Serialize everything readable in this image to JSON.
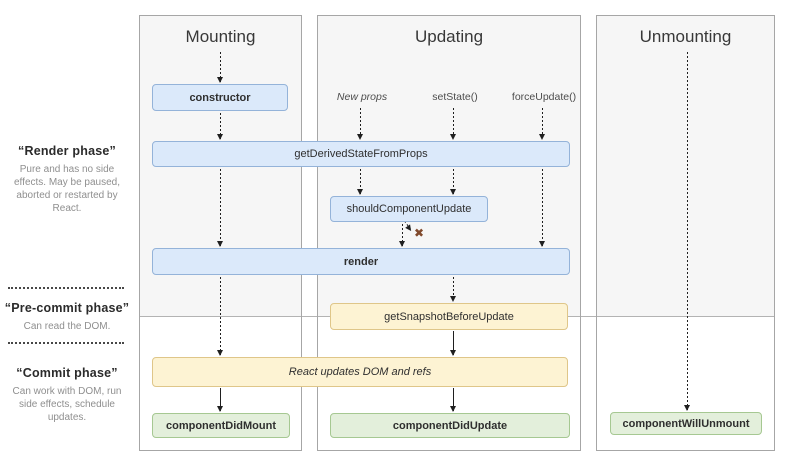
{
  "phases": [
    {
      "title": "“Render phase”",
      "description": "Pure and has no side effects. May be paused, aborted or restarted by React."
    },
    {
      "title": "“Pre-commit phase”",
      "description": "Can read the DOM."
    },
    {
      "title": "“Commit phase”",
      "description": "Can work with DOM, run side effects, schedule updates."
    }
  ],
  "columns": [
    {
      "title": "Mounting"
    },
    {
      "title": "Updating"
    },
    {
      "title": "Unmounting"
    }
  ],
  "triggers": [
    {
      "label": "New props"
    },
    {
      "label": "setState()"
    },
    {
      "label": "forceUpdate()"
    }
  ],
  "nodes": {
    "constructor": {
      "label": "constructor"
    },
    "getDerivedStateFromProps": {
      "label": "getDerivedStateFromProps"
    },
    "shouldComponentUpdate": {
      "label": "shouldComponentUpdate"
    },
    "render": {
      "label": "render"
    },
    "getSnapshotBeforeUpdate": {
      "label": "getSnapshotBeforeUpdate"
    },
    "reactUpdates": {
      "label": "React updates DOM and refs"
    },
    "componentDidMount": {
      "label": "componentDidMount"
    },
    "componentDidUpdate": {
      "label": "componentDidUpdate"
    },
    "componentWillUnmount": {
      "label": "componentWillUnmount"
    }
  },
  "icons": {
    "stop_x": "✖"
  },
  "colors": {
    "node_blue_bg": "#dbe9fa",
    "node_blue_border": "#94b3d9",
    "node_yellow_bg": "#fdf3d3",
    "node_yellow_border": "#dfc689",
    "node_green_bg": "#e3efdb",
    "node_green_border": "#a6c892",
    "column_bg": "#f6f6f6",
    "column_border": "#a6a6a6",
    "phase_line": "#b3b3b3",
    "arrow": "#1f1f1f",
    "stop_x": "#80492c",
    "muted_text": "#8f8f8f"
  }
}
